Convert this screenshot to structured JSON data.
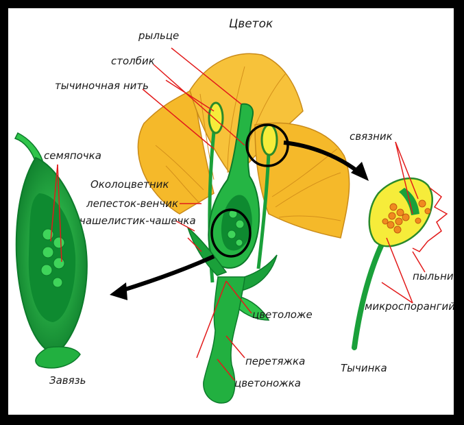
{
  "labels": {
    "flower": "Цветок",
    "stigma": "рыльце",
    "style": "столбик",
    "filament": "тычиночная нить",
    "ovule": "семяпочка",
    "perianth": "Околоцветник",
    "petal": "лепесток-венчик",
    "sepal": "чашелистик-чашечка",
    "receptacle": "цветоложе",
    "constriction": "перетяжка",
    "pedicel": "цветоножка",
    "ovary": "Завязь",
    "connective": "связник",
    "anther": "пыльник",
    "microsporangium": "микроспорангий",
    "stamen": "Тычинка"
  },
  "colors": {
    "background": "#000000",
    "panel": "#ffffff",
    "petal": "#f5b92a",
    "petal_dark": "#d4901a",
    "green_light": "#2fc44a",
    "green_dark": "#0c7a2a",
    "leader_line": "#e21a1a",
    "pollen": "#f08a20",
    "anther_yellow": "#f6ec3a"
  }
}
